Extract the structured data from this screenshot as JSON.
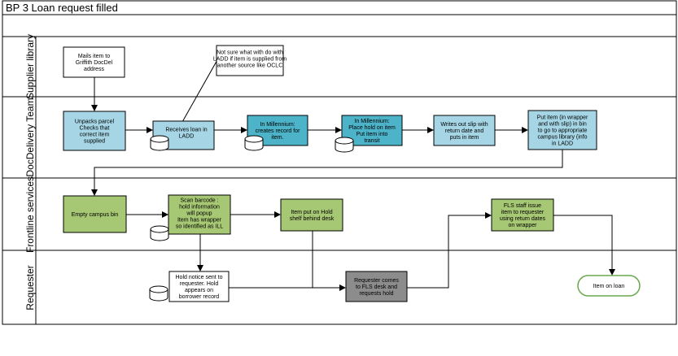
{
  "title": "BP 3  Loan request filled",
  "lanes": [
    {
      "id": "supplier",
      "label": "Supplier library"
    },
    {
      "id": "docdelivery",
      "label": "DocDelivery Team"
    },
    {
      "id": "frontline",
      "label": "Frontline services"
    },
    {
      "id": "requester",
      "label": "Requester"
    }
  ],
  "boxes": {
    "mails": {
      "lines": [
        "Mails item to",
        "Griffith DocDel",
        "address"
      ],
      "fill": "#ffffff"
    },
    "note": {
      "lines": [
        "Not sure what with do with",
        "LADD if item is supplied from",
        "another source like OCLC"
      ],
      "fill": "#ffffff"
    },
    "unpacks": {
      "lines": [
        "Unpacks parcel",
        "Checks that",
        "correct item",
        "supplied"
      ],
      "fill": "#a6d6e6"
    },
    "receives": {
      "lines": [
        "Receives loan in",
        "LADD"
      ],
      "fill": "#a6d6e6"
    },
    "mill1": {
      "lines": [
        "In Millennium:",
        "creates record for",
        "item."
      ],
      "fill": "#4db3c9"
    },
    "mill2": {
      "lines": [
        "In Millennium:",
        "Place hold on item",
        "Put item into",
        "transit"
      ],
      "fill": "#4db3c9"
    },
    "writes": {
      "lines": [
        "Writes out slip with",
        "return date and",
        "puts in item"
      ],
      "fill": "#a6d6e6"
    },
    "putitem": {
      "lines": [
        "Put item (in wrapper",
        "and with slip) in bin",
        "to go to appropriate",
        "campus library (info",
        "in LADD"
      ],
      "fill": "#a6d6e6"
    },
    "empty": {
      "lines": [
        "Empty campus bin"
      ],
      "fill": "#a6c773"
    },
    "scan": {
      "lines": [
        "Scan barcode :",
        "hold information",
        "will popup",
        "Item has wrapper",
        "so identified as ILL"
      ],
      "fill": "#a6c773"
    },
    "hold": {
      "lines": [
        "Item put on Hold",
        "shelf behind desk"
      ],
      "fill": "#a6c773"
    },
    "fls": {
      "lines": [
        "FLS staff issue",
        "item to requester",
        "using return dates",
        "on wrapper"
      ],
      "fill": "#a6c773"
    },
    "notice": {
      "lines": [
        "Hold notice sent to",
        "requester.   Hold",
        "appears on",
        "borrower record"
      ],
      "fill": "#ffffff"
    },
    "comes": {
      "lines": [
        "Requester comes",
        "to FLS desk and",
        "requests hold"
      ],
      "fill": "#8c8c8c"
    },
    "onloan": {
      "lines": [
        "Item on loan"
      ],
      "fill": "#ffffff"
    }
  },
  "colors": {
    "line": "#000000",
    "terminal_border": "#6aa84f"
  }
}
